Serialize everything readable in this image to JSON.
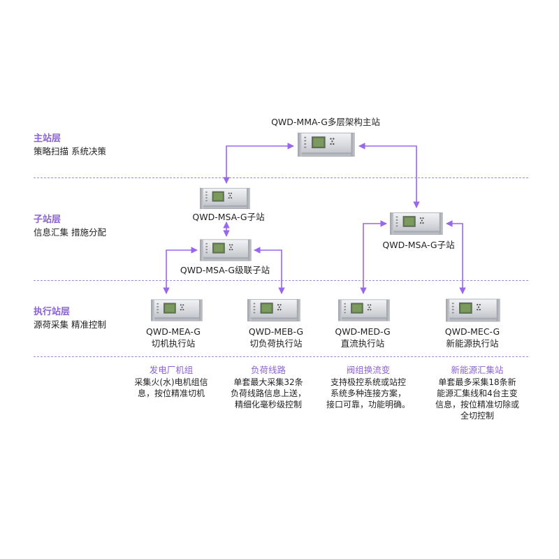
{
  "layers": [
    {
      "title": "主站层",
      "desc": "策略扫描 系统决策"
    },
    {
      "title": "子站层",
      "desc": "信息汇集 措施分配"
    },
    {
      "title": "执行站层",
      "desc": "源荷采集 精准控制"
    }
  ],
  "devices": {
    "master": {
      "label": "QWD-MMA-G多层架构主站"
    },
    "msa_left": {
      "label": "QWD-MSA-G子站"
    },
    "msa_cascade": {
      "label": "QWD-MSA-G级联子站"
    },
    "msa_right": {
      "label": "QWD-MSA-G子站"
    },
    "mea": {
      "model": "QWD-MEA-G",
      "name": "切机执行站"
    },
    "meb": {
      "model": "QWD-MEB-G",
      "name": "切负荷执行站"
    },
    "med": {
      "model": "QWD-MED-G",
      "name": "直流执行站"
    },
    "mec": {
      "model": "QWD-MEC-G",
      "name": "新能源执行站"
    }
  },
  "categories": [
    {
      "title": "发电厂机组",
      "lines": [
        "采集火(水)电机组信",
        "息，按位精准切机"
      ]
    },
    {
      "title": "负荷线路",
      "lines": [
        "单套最大采集32条",
        "负荷线路信息上送，",
        "精细化毫秒级控制"
      ]
    },
    {
      "title": "阀组换流变",
      "lines": [
        "支持极控系统或站控",
        "系统多种连接方案，",
        "接口可靠，功能明确。"
      ]
    },
    {
      "title": "新能源汇集站",
      "lines": [
        "单套最多采集18条新",
        "能源汇集线和4台主变",
        "信息，按位精准切除或",
        "全切控制"
      ]
    }
  ],
  "colors": {
    "accent": "#8a63d2",
    "link": "#9966ee",
    "divider": "#9b8fd6"
  }
}
